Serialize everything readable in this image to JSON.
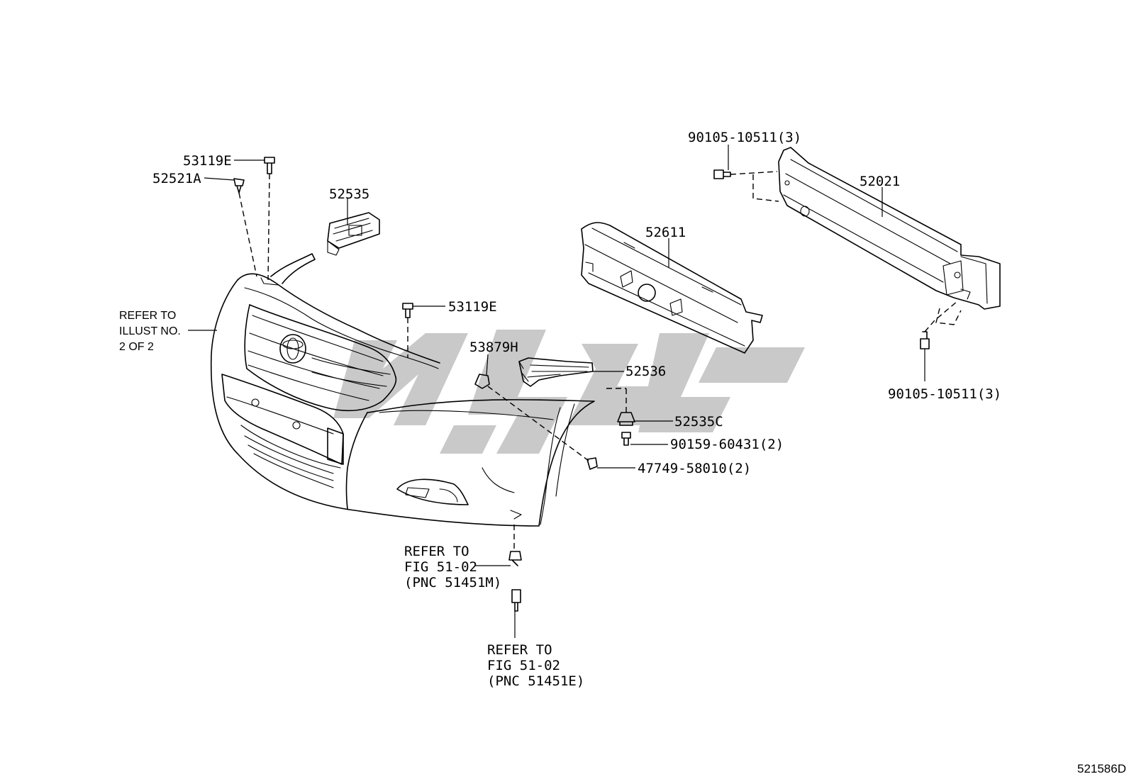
{
  "diagram": {
    "figure_code": "521586D",
    "callouts": {
      "bolt_left_top": "53119E",
      "clip_left_top": "52521A",
      "retainer_upper": "52535",
      "bolt_center": "53119E",
      "absorber": "52611",
      "reinforcement": "52021",
      "bolt_reinf_top": "90105-10511(3)",
      "bolt_reinf_bottom": "90105-10511(3)",
      "clip_center": "53879H",
      "retainer_side": "52536",
      "retainer_lower": "52535C",
      "screw_side": "90159-60431(2)",
      "nut_side": "47749-58010(2)"
    },
    "refer_left": [
      "REFER TO",
      "ILLUST NO.",
      "2 OF 2"
    ],
    "refer_mid": [
      "REFER TO",
      "FIG 51-02",
      "(PNC 51451M)"
    ],
    "refer_bottom": [
      "REFER TO",
      "FIG 51-02",
      "(PNC 51451E)"
    ]
  }
}
